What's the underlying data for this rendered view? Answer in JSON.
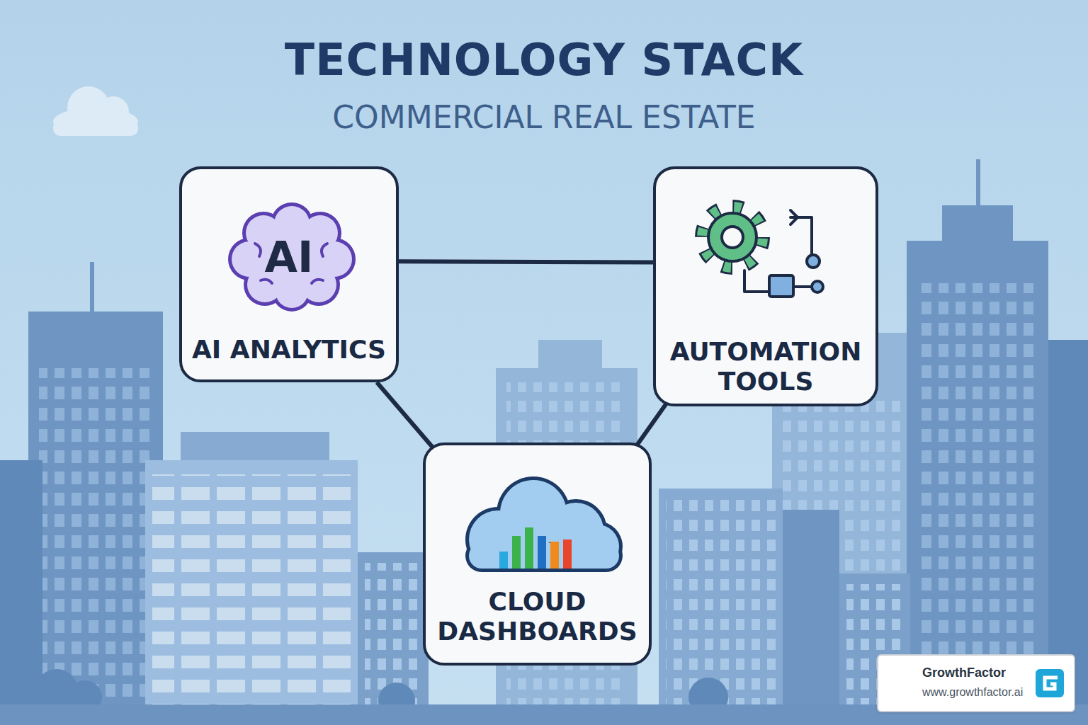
{
  "diagram": {
    "title": "TECHNOLOGY STACK",
    "nodes": [
      {
        "text": [
          "AI",
          "AI ANALYTICS"
        ]
      },
      {
        "text": [
          "AUTOMATION TOOLS"
        ]
      },
      {
        "text": [
          "CLOUD DASHBOARDS"
        ]
      },
      {
        "text": [
          "GrowthFactor",
          "www.growthfactor.ai"
        ]
      }
    ],
    "edges": [
      {
        "from": 0,
        "to": 1,
        "arrow": "none"
      },
      {
        "from": 0,
        "to": 2,
        "arrow": "none"
      },
      {
        "from": 1,
        "to": 2,
        "arrow": "none"
      }
    ],
    "labels": [
      "COMMERCIAL REAL ESTATE"
    ]
  }
}
